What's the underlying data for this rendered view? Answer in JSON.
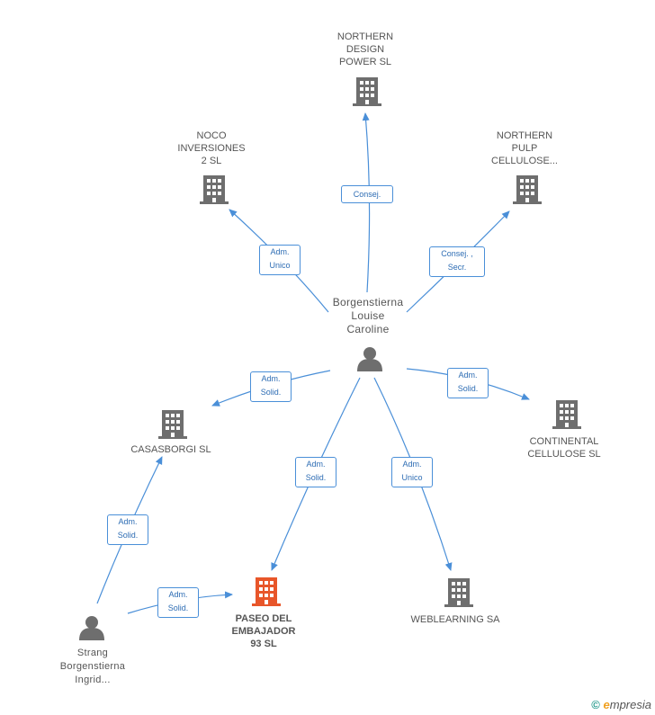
{
  "colors": {
    "edge": "#4a8fd8",
    "company": "#6e6e6e",
    "main_company": "#e8562a",
    "person": "#6e6e6e"
  },
  "nodes": {
    "northern_design": {
      "label": "NORTHERN\nDESIGN\nPOWER SL",
      "type": "company"
    },
    "noco": {
      "label": "NOCO\nINVERSIONES\n2 SL",
      "type": "company"
    },
    "northern_pulp": {
      "label": "NORTHERN\nPULP\nCELLULOSE...",
      "type": "company"
    },
    "louise": {
      "label": "Borgenstierna\nLouise\nCaroline",
      "type": "person"
    },
    "casasborgi": {
      "label": "CASASBORGI SL",
      "type": "company"
    },
    "continental": {
      "label": "CONTINENTAL\nCELLULOSE SL",
      "type": "company"
    },
    "paseo": {
      "label": "PASEO DEL\nEMBAJADOR\n93 SL",
      "type": "main-company"
    },
    "weblearning": {
      "label": "WEBLEARNING SA",
      "type": "company"
    },
    "ingrid": {
      "label": "Strang\nBorgenstierna\nIngrid...",
      "type": "person"
    }
  },
  "edges": {
    "e1": "Consej.",
    "e2": "Adm.\nUnico",
    "e3": "Consej. ,\nSecr.",
    "e4": "Adm.\nSolid.",
    "e5": "Adm.\nSolid.",
    "e6": "Adm.\nSolid.",
    "e7": "Adm.\nUnico",
    "e8": "Adm.\nSolid.",
    "e9": "Adm.\nSolid."
  },
  "footer": {
    "copyright": "©",
    "brand_initial": "e",
    "brand_rest": "mpresia"
  }
}
